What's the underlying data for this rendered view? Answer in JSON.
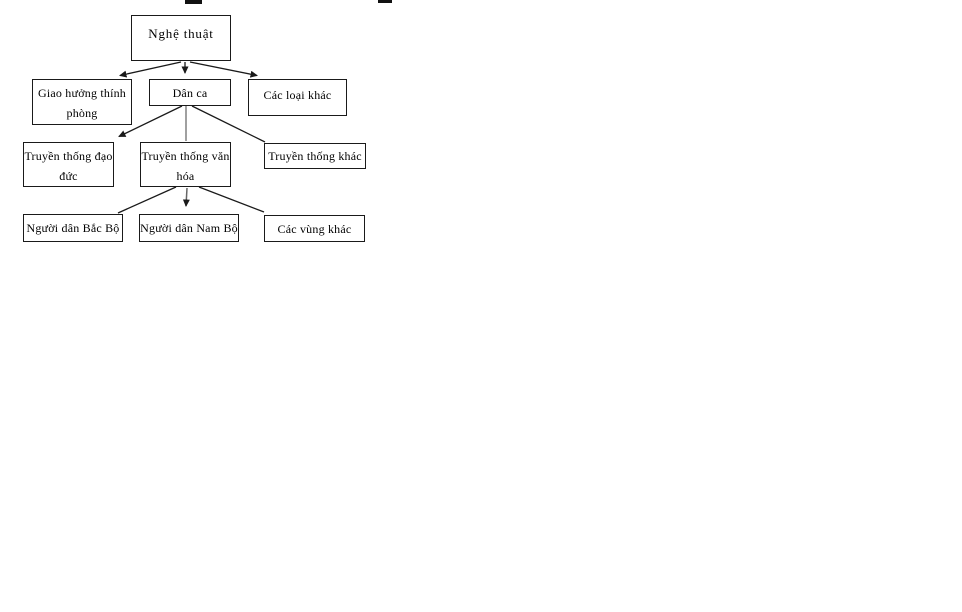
{
  "page": {
    "background_color": "#ffffff",
    "line_color": "#1a1a1a",
    "vertical_connector_color": "#808080",
    "artifact_color": "#111111"
  },
  "diagram": {
    "type": "tree-flowchart",
    "nodes": [
      {
        "id": "nghe-thuat",
        "label": "Nghệ thuật",
        "line1": "Nghệ thuật"
      },
      {
        "id": "giao-huong-thinh-phong",
        "label": "Giao hưởng thính phòng",
        "line1": "Giao hưởng thính",
        "line2": "phòng"
      },
      {
        "id": "dan-ca",
        "label": "Dân ca",
        "line1": "Dân ca"
      },
      {
        "id": "cac-loai-khac",
        "label": "Các loại khác",
        "line1": "Các loại khác"
      },
      {
        "id": "truyen-thong-dao-duc",
        "label": "Truyền thống đạo đức",
        "line1": "Truyền thống đạo",
        "line2": "đức"
      },
      {
        "id": "truyen-thong-van-hoa",
        "label": "Truyền thống văn hóa",
        "line1": "Truyền thống văn",
        "line2": "hóa"
      },
      {
        "id": "truyen-thong-khac",
        "label": "Truyền thống khác",
        "line1": "Truyền thống khác"
      },
      {
        "id": "nguoi-dan-bac-bo",
        "label": "Người dân Bắc Bộ",
        "line1": "Người dân Bắc Bộ"
      },
      {
        "id": "nguoi-dan-nam-bo",
        "label": "Người dân Nam Bộ",
        "line1": "Người dân Nam Bộ"
      },
      {
        "id": "cac-vung-khac",
        "label": "Các vùng khác",
        "line1": "Các vùng khác"
      }
    ],
    "edges": [
      {
        "from": "Nghệ thuật",
        "to": "Giao hưởng thính phòng",
        "arrowhead": true,
        "style": "black"
      },
      {
        "from": "Nghệ thuật",
        "to": "Dân ca",
        "arrowhead": true,
        "style": "black"
      },
      {
        "from": "Nghệ thuật",
        "to": "Các loại khác",
        "arrowhead": true,
        "style": "black"
      },
      {
        "from": "Dân ca",
        "to": "Truyền thống đạo đức",
        "arrowhead": true,
        "style": "black"
      },
      {
        "from": "Dân ca",
        "to": "Truyền thống văn hóa",
        "arrowhead": false,
        "style": "gray-vertical"
      },
      {
        "from": "Dân ca",
        "to": "Truyền thống khác",
        "arrowhead": false,
        "style": "black"
      },
      {
        "from": "Truyền thống văn hóa",
        "to": "Người dân Bắc Bộ",
        "arrowhead": false,
        "style": "black"
      },
      {
        "from": "Truyền thống văn hóa",
        "to": "Người dân Nam Bộ",
        "arrowhead": true,
        "style": "gray-vertical"
      },
      {
        "from": "Truyền thống văn hóa",
        "to": "Các vùng khác",
        "arrowhead": false,
        "style": "black"
      }
    ]
  }
}
